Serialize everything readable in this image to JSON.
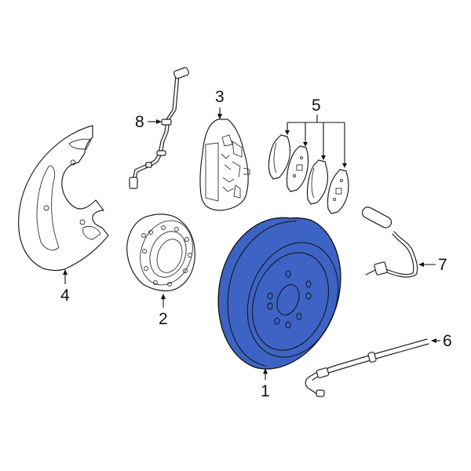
{
  "diagram": {
    "type": "exploded parts diagram",
    "subject": "Front brake assembly",
    "highlight_color": "#3d63c4",
    "outline_color": "#222222",
    "background": "#ffffff"
  },
  "callouts": [
    {
      "number": "1",
      "part": "brake-rotor",
      "highlighted": true
    },
    {
      "number": "2",
      "part": "wheel-hub-bearing",
      "highlighted": false
    },
    {
      "number": "3",
      "part": "brake-caliper",
      "highlighted": false
    },
    {
      "number": "4",
      "part": "splash-shield",
      "highlighted": false
    },
    {
      "number": "5",
      "part": "brake-pads",
      "highlighted": false,
      "count": 4
    },
    {
      "number": "6",
      "part": "brake-hose",
      "highlighted": false
    },
    {
      "number": "7",
      "part": "pad-wear-sensor",
      "highlighted": false
    },
    {
      "number": "8",
      "part": "abs-wheel-speed-sensor",
      "highlighted": false
    }
  ]
}
